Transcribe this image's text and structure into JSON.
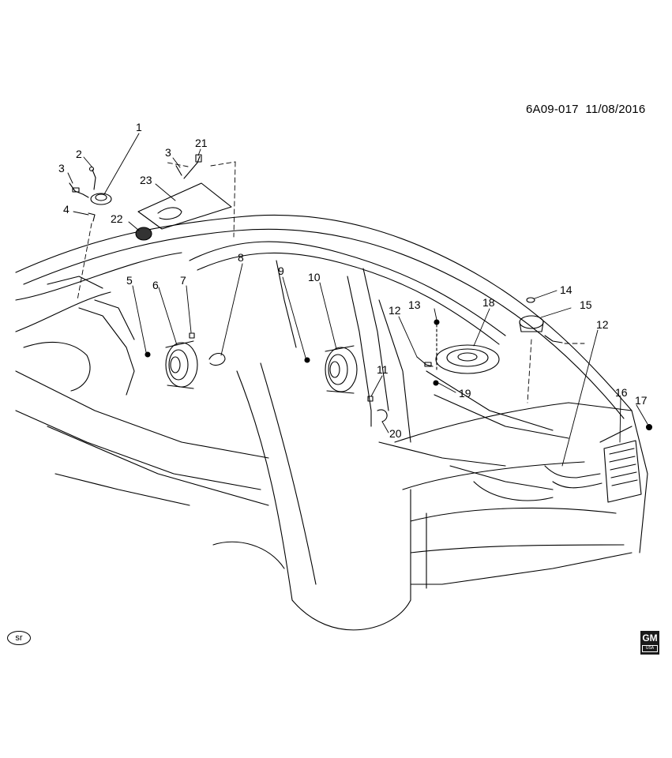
{
  "header": {
    "diagram_id": "6A09-017",
    "date": "11/08/2016"
  },
  "callouts": [
    {
      "label": "1"
    },
    {
      "label": "2"
    },
    {
      "label": "3"
    },
    {
      "label": "4"
    },
    {
      "label": "3"
    },
    {
      "label": "21"
    },
    {
      "label": "23"
    },
    {
      "label": "22"
    },
    {
      "label": "5"
    },
    {
      "label": "6"
    },
    {
      "label": "7"
    },
    {
      "label": "8"
    },
    {
      "label": "9"
    },
    {
      "label": "10"
    },
    {
      "label": "11"
    },
    {
      "label": "20"
    },
    {
      "label": "12"
    },
    {
      "label": "13"
    },
    {
      "label": "18"
    },
    {
      "label": "19"
    },
    {
      "label": "14"
    },
    {
      "label": "15"
    },
    {
      "label": "12"
    },
    {
      "label": "16"
    },
    {
      "label": "17"
    }
  ],
  "footer": {
    "sr_badge": "sr",
    "logo_text": "GM",
    "logo_sub": "USA"
  }
}
